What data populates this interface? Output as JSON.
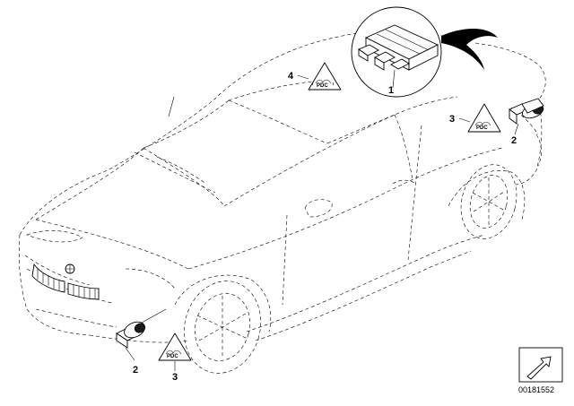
{
  "diagram": {
    "callouts": {
      "control_unit": "1",
      "sensor_rear": "2",
      "sensor_front": "2",
      "warning_label_rear": "3",
      "warning_label_front": "3",
      "warning_label_top": "4"
    },
    "document_number": "00181552"
  }
}
